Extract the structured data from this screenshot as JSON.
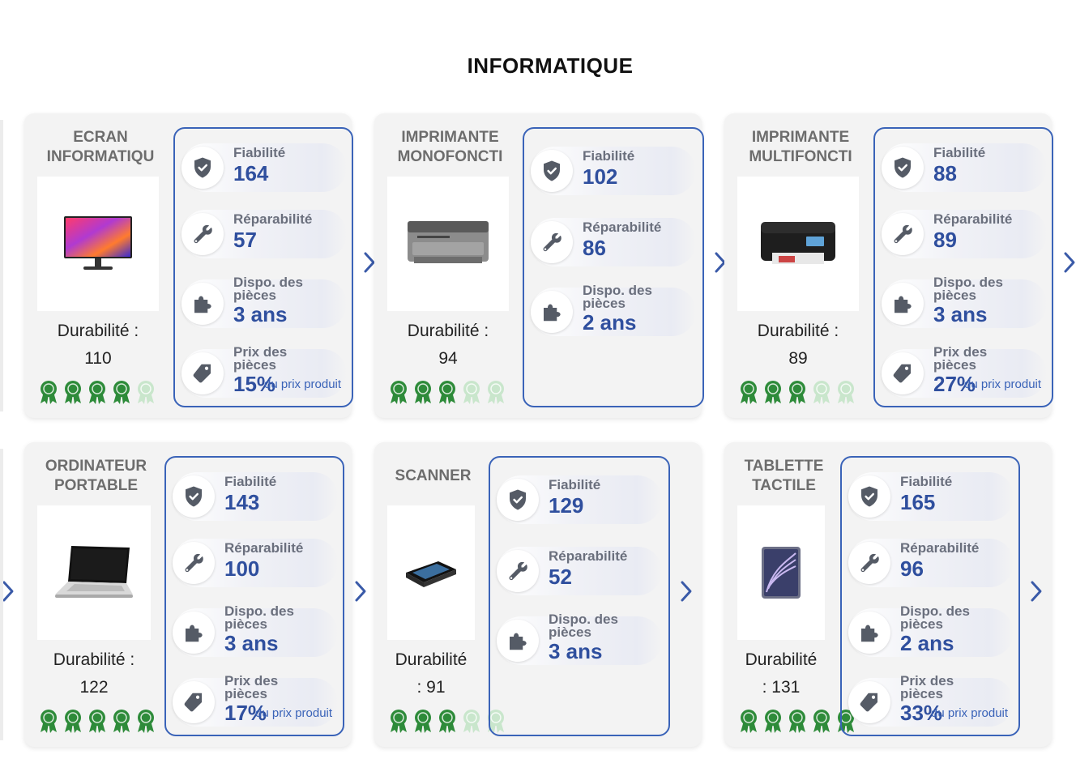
{
  "section_title": "INFORMATIQUE",
  "colors": {
    "accent": "#3a63b8",
    "value": "#2f4f9e",
    "medal_on": "#2e8b3a",
    "medal_off": "#c9e6cc"
  },
  "labels": {
    "fiabilite": "Fiabilité",
    "reparabilite": "Réparabilité",
    "dispo_l1": "Dispo. des",
    "dispo_l2": "pièces",
    "prix_l1": "Prix des",
    "prix_l2": "pièces",
    "prix_suffix": "du prix produit"
  },
  "products": [
    {
      "title_l1": "ECRAN",
      "title_l2": "INFORMATIQU",
      "dur_l1": "Durabilité :",
      "dur_l2": "110",
      "medals": 4,
      "fiabilite": "164",
      "reparabilite": "57",
      "dispo": "3 ans",
      "prix": "15%",
      "image": "monitor-image"
    },
    {
      "title_l1": "IMPRIMANTE",
      "title_l2": "MONOFONCTI",
      "dur_l1": "Durabilité :",
      "dur_l2": "94",
      "medals": 3,
      "fiabilite": "102",
      "reparabilite": "86",
      "dispo": "2 ans",
      "prix": null,
      "image": "laser-printer-image"
    },
    {
      "title_l1": "IMPRIMANTE",
      "title_l2": "MULTIFONCTI",
      "dur_l1": "Durabilité :",
      "dur_l2": "89",
      "medals": 3,
      "fiabilite": "88",
      "reparabilite": "89",
      "dispo": "3 ans",
      "prix": "27%",
      "image": "inkjet-printer-image"
    },
    {
      "title_l1": "ORDINATEUR",
      "title_l2": "PORTABLE",
      "dur_l1": "Durabilité :",
      "dur_l2": "122",
      "medals": 5,
      "fiabilite": "143",
      "reparabilite": "100",
      "dispo": "3 ans",
      "prix": "17%",
      "image": "laptop-image"
    },
    {
      "title_l1": "SCANNER",
      "title_l2": "",
      "dur_l1": "Durabilité",
      "dur_l2": ": 91",
      "medals": 3,
      "fiabilite": "129",
      "reparabilite": "52",
      "dispo": "3 ans",
      "prix": null,
      "image": "scanner-image"
    },
    {
      "title_l1": "TABLETTE",
      "title_l2": "TACTILE",
      "dur_l1": "Durabilité",
      "dur_l2": ": 131",
      "medals": 5,
      "fiabilite": "165",
      "reparabilite": "96",
      "dispo": "2 ans",
      "prix": "33%",
      "image": "tablet-image"
    }
  ]
}
